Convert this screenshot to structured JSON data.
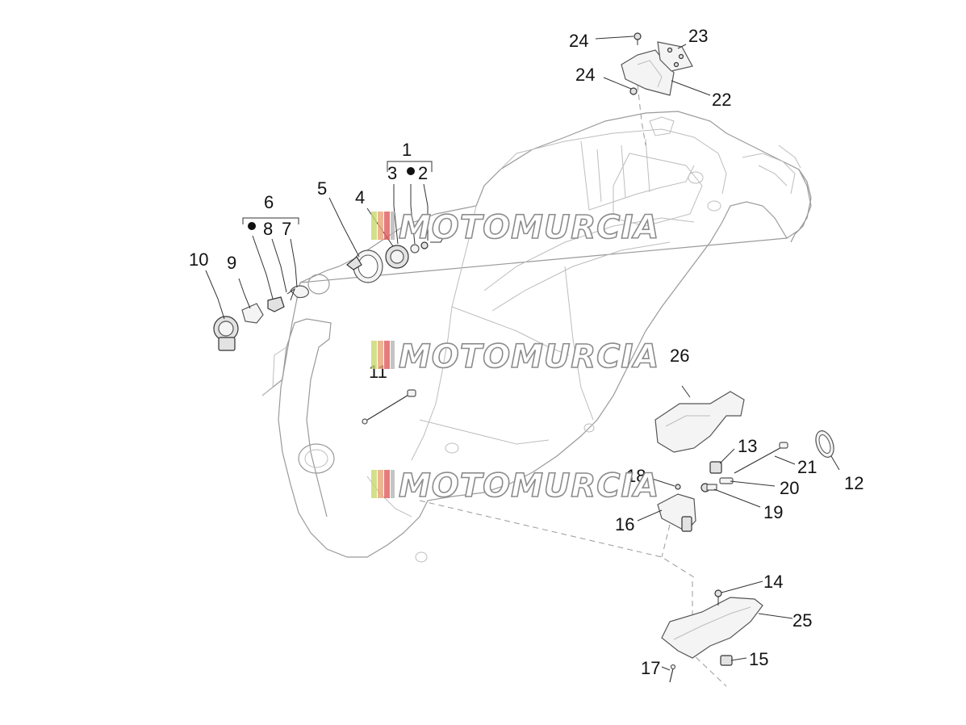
{
  "diagram": {
    "callouts": [
      "1",
      "2",
      "3",
      "4",
      "5",
      "6",
      "7",
      "8",
      "9",
      "10",
      "11",
      "12",
      "13",
      "14",
      "15",
      "16",
      "17",
      "18",
      "19",
      "20",
      "21",
      "22",
      "23",
      "24",
      "24",
      "25",
      "26"
    ],
    "watermark": "MOTOMURCIA"
  },
  "colors": {
    "watermark_stripes": [
      "#c8d86a",
      "#e8a27a",
      "#e05a5a",
      "#b5b5b5"
    ],
    "frame_line": "#9a9a9a",
    "text": "#111111"
  }
}
